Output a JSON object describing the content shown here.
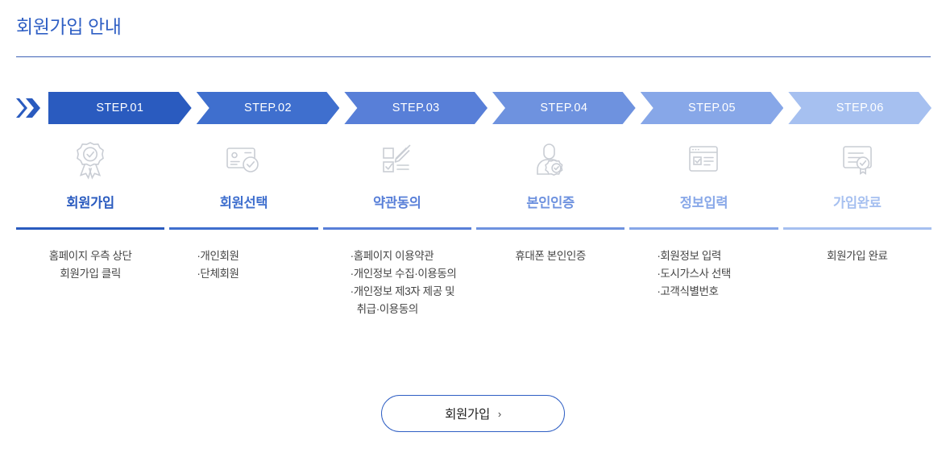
{
  "page": {
    "title": "회원가입 안내"
  },
  "colors": {
    "title": "#2f5fc4",
    "rule": "#3f62b5",
    "step_1": "#2a5bbf",
    "step_2": "#3f6fce",
    "step_3": "#587fd8",
    "step_4": "#6e92df",
    "step_5": "#87a7e8",
    "step_6": "#a6c0f0",
    "icon": "#c9cdd4",
    "cta_border": "#2f5fc4"
  },
  "steps": [
    {
      "step_label": "STEP.01",
      "name": "회원가입",
      "icon": "ribbon-check-icon",
      "color": "#2a5bbf",
      "desc_align": "center",
      "desc_lines": [
        "홈페이지 우측 상단",
        "회원가입 클릭"
      ]
    },
    {
      "step_label": "STEP.02",
      "name": "회원선택",
      "icon": "id-card-check-icon",
      "color": "#3f6fce",
      "desc_align": "bullets",
      "desc_lines": [
        "·개인회원",
        "·단체회원"
      ]
    },
    {
      "step_label": "STEP.03",
      "name": "약관동의",
      "icon": "checklist-pen-icon",
      "color": "#587fd8",
      "desc_align": "bullets",
      "desc_lines": [
        "·홈페이지 이용약관",
        "·개인정보 수집·이용동의",
        "·개인정보 제3자 제공 및",
        "취급·이용동의"
      ]
    },
    {
      "step_label": "STEP.04",
      "name": "본인인증",
      "icon": "person-verified-icon",
      "color": "#6e92df",
      "desc_align": "center",
      "desc_lines": [
        "휴대폰 본인인증"
      ]
    },
    {
      "step_label": "STEP.05",
      "name": "정보입력",
      "icon": "browser-form-icon",
      "color": "#87a7e8",
      "desc_align": "bullets",
      "desc_lines": [
        "·회원정보 입력",
        "·도시가스사 선택",
        "·고객식별번호"
      ]
    },
    {
      "step_label": "STEP.06",
      "name": "가입완료",
      "icon": "certificate-seal-icon",
      "color": "#a6c0f0",
      "desc_align": "center",
      "desc_lines": [
        "회원가입 완료"
      ]
    }
  ],
  "cta": {
    "label": "회원가입",
    "arrow": "›"
  }
}
